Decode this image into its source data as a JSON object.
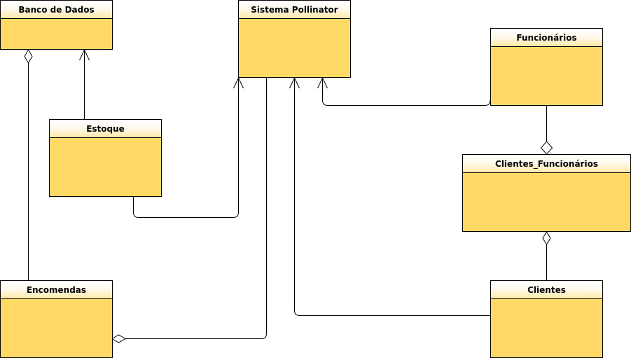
{
  "diagram": {
    "classes": {
      "banco_de_dados": "Banco de Dados",
      "sistema_pollinator": "Sistema Pollinator",
      "funcionarios": "Funcionários",
      "estoque": "Estoque",
      "clientes_funcionarios": "Clientes_Funcionários",
      "encomendas": "Encomendas",
      "clientes": "Clientes"
    },
    "relations": [
      {
        "from": "estoque",
        "to": "banco_de_dados",
        "type": "inheritance"
      },
      {
        "from": "estoque",
        "to": "sistema_pollinator",
        "type": "inheritance"
      },
      {
        "from": "clientes",
        "to": "sistema_pollinator",
        "type": "inheritance"
      },
      {
        "from": "funcionarios",
        "to": "sistema_pollinator",
        "type": "inheritance"
      },
      {
        "from": "encomendas",
        "to": "banco_de_dados",
        "type": "aggregation"
      },
      {
        "from": "sistema_pollinator",
        "to": "encomendas",
        "type": "aggregation"
      },
      {
        "from": "funcionarios",
        "to": "clientes_funcionarios",
        "type": "aggregation"
      },
      {
        "from": "clientes",
        "to": "clientes_funcionarios",
        "type": "aggregation"
      }
    ],
    "colors": {
      "box_fill": "#ffd966",
      "header_fill": "#fff6d5",
      "stroke": "#000000"
    }
  }
}
